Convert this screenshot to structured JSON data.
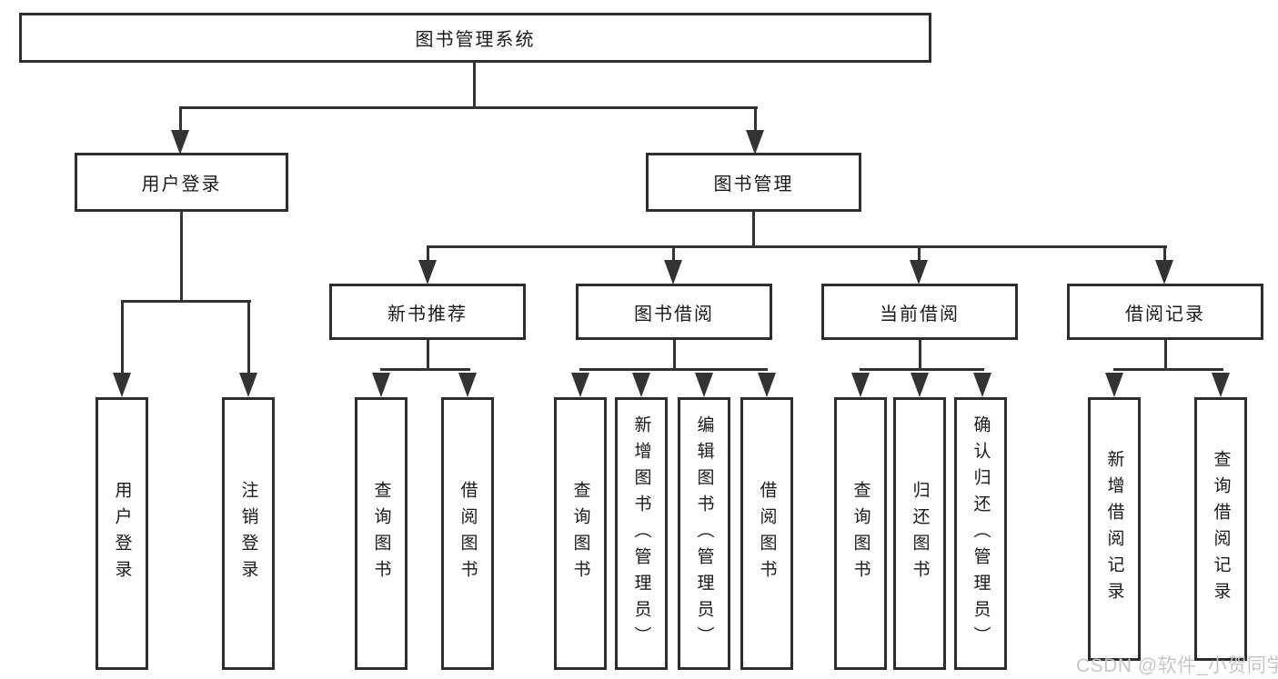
{
  "diagram": {
    "root_label": "图书管理系统",
    "user_login": {
      "label": "用户登录",
      "children": [
        "用户登录",
        "注销登录"
      ]
    },
    "book_mgmt": {
      "label": "图书管理"
    },
    "new_book": {
      "label": "新书推荐",
      "children": [
        "查询图书",
        "借阅图书"
      ]
    },
    "borrow": {
      "label": "图书借阅",
      "children": [
        "查询图书",
        "新增图书（管理员）",
        "编辑图书（管理员）",
        "借阅图书"
      ]
    },
    "current": {
      "label": "当前借阅",
      "children": [
        "查询图书",
        "归还图书",
        "确认归还（管理员）"
      ]
    },
    "records": {
      "label": "借阅记录",
      "children": [
        "新增借阅记录",
        "查询借阅记录"
      ]
    }
  },
  "watermark": {
    "text": "CSDN @软件_小贺同学"
  },
  "colors": {
    "line": "#333333",
    "border": "#2d2d2d",
    "text": "#1a1a1a",
    "bg": "#ffffff",
    "watermark": "#c6c6c6"
  }
}
